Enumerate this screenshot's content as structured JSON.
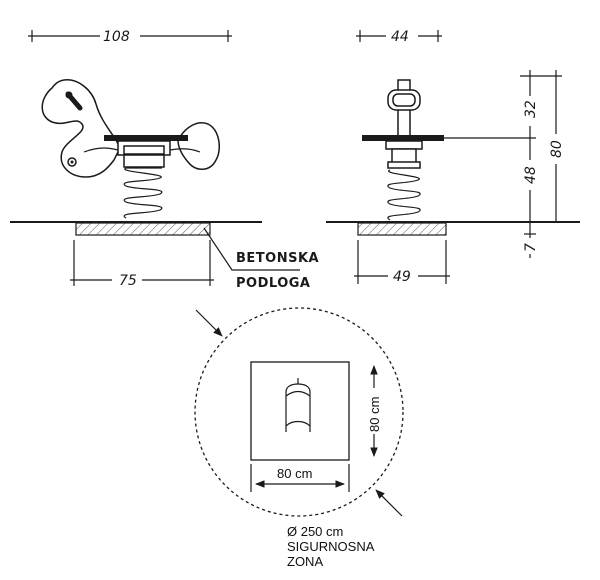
{
  "side_view": {
    "width_label": "108",
    "base_label": "75",
    "material_label_line1": "BETONSKA",
    "material_label_line2": "PODLOGA"
  },
  "front_view": {
    "width_label": "44",
    "base_label": "49",
    "height_seat_label": "32",
    "height_spring_label": "48",
    "height_total_label": "80",
    "height_footing_label": "7"
  },
  "plan_view": {
    "square_width_label": "80 cm",
    "square_height_label": "80 cm",
    "zone_diameter_label": "Ø 250 cm",
    "zone_label_line1": "SIGURNOSNA",
    "zone_label_line2": "ZONA"
  },
  "colors": {
    "ink": "#1a1a1a",
    "hatch": "#555555",
    "background": "#ffffff"
  }
}
